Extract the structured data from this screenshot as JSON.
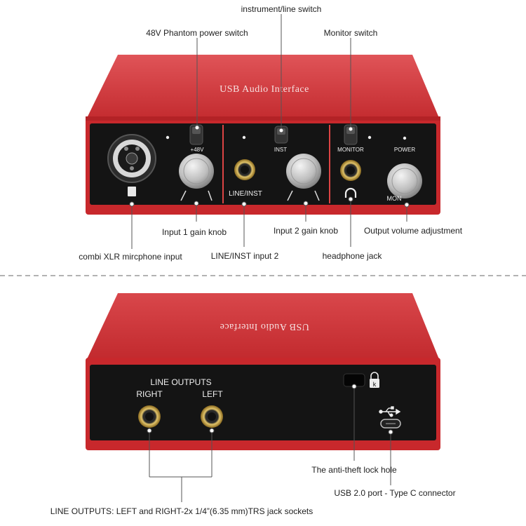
{
  "front": {
    "device_title": "USB Audio Interface",
    "callouts": {
      "instrument_line_switch": "instrument/line switch",
      "phantom_switch": "48V Phantom power switch",
      "monitor_switch": "Monitor switch",
      "input1_gain": "Input 1 gain knob",
      "input2_gain": "Input 2 gain knob",
      "output_volume": "Output volume adjustment",
      "xlr_input": "combi XLR mircphone input",
      "line_inst_input2": "LINE/INST input 2",
      "headphone_jack": "headphone jack"
    },
    "panel": {
      "phantom_label": "+48V",
      "inst_label": "INST",
      "monitor_label": "MONITOR",
      "power_label": "POWER",
      "line_inst_label": "LINE/INST",
      "mon_label": "MON"
    }
  },
  "back": {
    "device_title": "USB Audio Interface",
    "panel": {
      "line_outputs": "LINE  OUTPUTS",
      "right": "RIGHT",
      "left": "LEFT",
      "lock_glyph": "k"
    },
    "callouts": {
      "anti_theft": "The anti-theft lock hole",
      "usb_port": "USB 2.0 port - Type C connector",
      "line_outputs_desc": "LINE OUTPUTS: LEFT and RIGHT-2x 1/4”(6.35 mm)TRS jack sockets"
    }
  },
  "colors": {
    "body_red": "#c8282c",
    "top_red": "#d43a3e",
    "panel_black": "#141414",
    "jack_gold": "#c9a54a"
  }
}
